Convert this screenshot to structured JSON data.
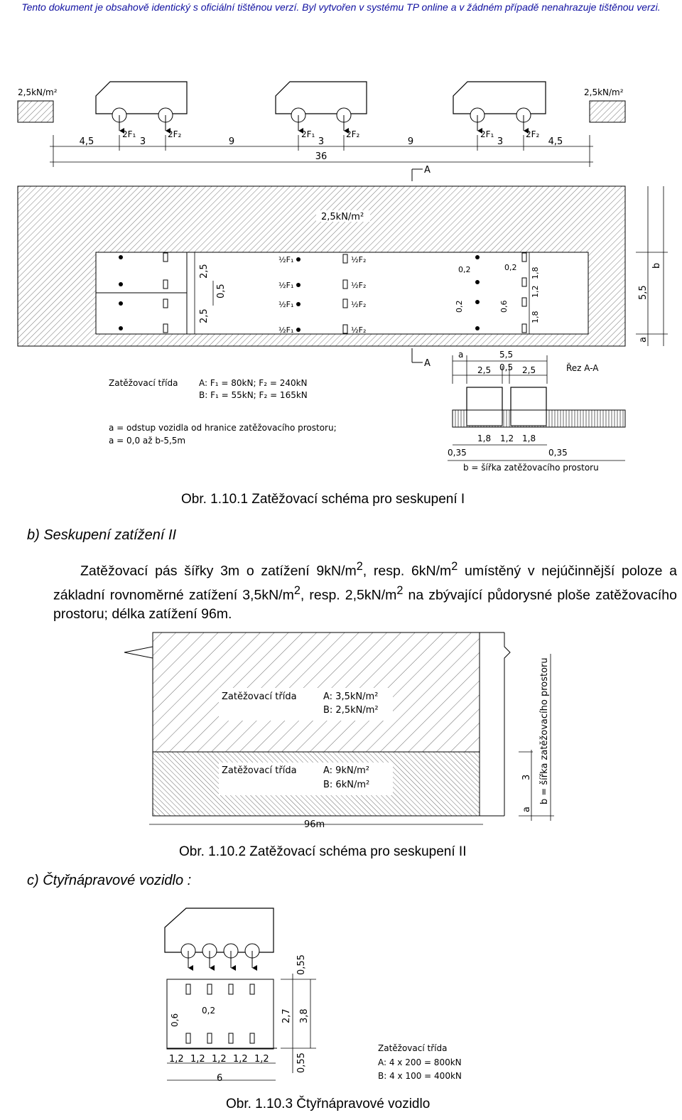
{
  "banner": "Tento dokument je obsahově identický s oficiální tištěnou verzí. Byl vytvořen v systému TP online a v žádném případě nenahrazuje tištěnou verzi.",
  "fig1": {
    "load_side": "2,5kN/m²",
    "load_center": "2,5kN/m²",
    "axle1": "2F₁",
    "axle2": "2F₂",
    "dims": [
      "4,5",
      "3",
      "9",
      "3",
      "9",
      "3",
      "4,5"
    ],
    "total": "36",
    "section_mark": "A",
    "half1": "½F₁",
    "half2": "½F₂",
    "v_dims": [
      "2,5",
      "0,5",
      "2,5"
    ],
    "right_dims": [
      "0,2",
      "0,2",
      "1,8",
      "1,2",
      "1,8",
      "0,2",
      "0,6"
    ],
    "outer_dims": {
      "b": "b",
      "d55": "5,5",
      "a": "a"
    },
    "class_label": "Zatěžovací třída",
    "class_a": "A: F₁ = 80kN; F₂ = 240kN",
    "class_b": "B: F₁ = 55kN; F₂ = 165kN",
    "a_def1": "a = odstup vozidla od hranice zatěžovacího prostoru;",
    "a_def2": "a = 0,0 až b-5,5m",
    "section_title": "Řez A-A",
    "sec_top": {
      "a": "a",
      "d55": "5,5",
      "d25a": "2,5",
      "d05": "0,5",
      "d25b": "2,5"
    },
    "sec_bottom": {
      "d18a": "1,8",
      "d12": "1,2",
      "d18b": "1,8",
      "d035a": "0,35",
      "d035b": "0,35",
      "b_def": "b = šířka zatěžovacího prostoru"
    },
    "caption": "Obr. 1.10.1 Zatěžovací schéma pro seskupení I"
  },
  "section_b": "b)  Seskupení zatížení II",
  "paragraph": {
    "p1": "Zatěžovací pás šířky 3m o zatížení 9kN/m",
    "p2": ", resp. 6kN/m",
    "p3": " umístěný v nejúčinnější poloze a základní rovnoměrné zatížení 3,5kN/m",
    "p4": ", resp. 2,5kN/m",
    "p5": " na zbývající půdorysné ploše zatěžovacího prostoru; délka zatížení 96m.",
    "sup": "2"
  },
  "fig2": {
    "upper_label": "Zatěžovací třída",
    "upper_a": "A: 3,5kN/m²",
    "upper_b": "B: 2,5kN/m²",
    "lower_label": "Zatěžovací třída",
    "lower_a": "A: 9kN/m²",
    "lower_b": "B: 6kN/m²",
    "length": "96m",
    "a": "a",
    "three": "3",
    "b_def": "b = šířka zatěžovacího prostoru",
    "caption": "Obr. 1.10.2 Zatěžovací schéma pro seskupení II"
  },
  "section_c": "c)  Čtyřnápravové vozidlo :",
  "fig3": {
    "d02": "0,2",
    "d06": "0,6",
    "axle_spacing": [
      "1,2",
      "1,2",
      "1,2",
      "1,2",
      "1,2"
    ],
    "width": "6",
    "d055a": "0,55",
    "d27": "2,7",
    "d38": "3,8",
    "d055b": "0,55",
    "class_label": "Zatěžovací třída",
    "class_a": "A: 4 x 200 = 800kN",
    "class_b": "B: 4 x 100 = 400kN",
    "caption": "Obr. 1.10.3 Čtyřnápravové vozidlo"
  }
}
